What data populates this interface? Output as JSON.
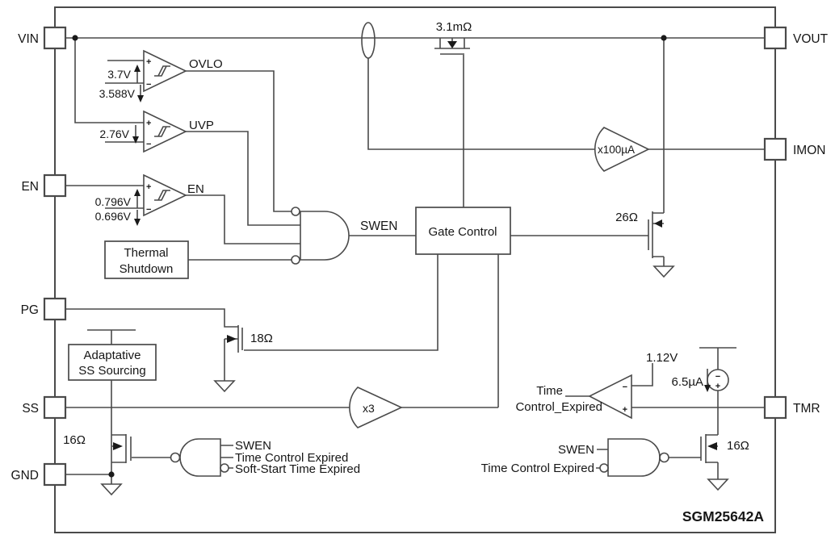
{
  "d": {
    "part": "SGM25642A",
    "pins_left": [
      "VIN",
      "EN",
      "PG",
      "SS",
      "GND"
    ],
    "pins_right": [
      "VOUT",
      "IMON",
      "TMR"
    ],
    "cmp": {
      "ovlo": {
        "out": "OVLO",
        "rise": "3.7V",
        "fall": "3.588V"
      },
      "uvp": {
        "out": "UVP",
        "fall": "2.76V"
      },
      "en": {
        "out": "EN",
        "rise": "0.796V",
        "fall": "0.696V"
      },
      "tmr": {
        "l1": "Time",
        "l2": "Control_Expired",
        "ref": "1.12V"
      }
    },
    "blocks": {
      "thermal1": "Thermal",
      "thermal2": "Shutdown",
      "gate": "Gate Control",
      "ss1": "Adaptative",
      "ss2": "SS Sourcing"
    },
    "parts": {
      "pass": "3.1mΩ",
      "sense": "x100µA",
      "r26": "26Ω",
      "r18": "18Ω",
      "r16a": "16Ω",
      "r16b": "16Ω",
      "x3": "x3",
      "isrc": "6.5µA"
    },
    "sig": {
      "swen": "SWEN"
    },
    "nand_left": [
      "SWEN",
      "Time Control Expired",
      "Soft-Start Time Expired"
    ],
    "nand_right": [
      "SWEN",
      "Time Control Expired"
    ],
    "sym": {
      "plus": "+",
      "minus": "−"
    }
  }
}
